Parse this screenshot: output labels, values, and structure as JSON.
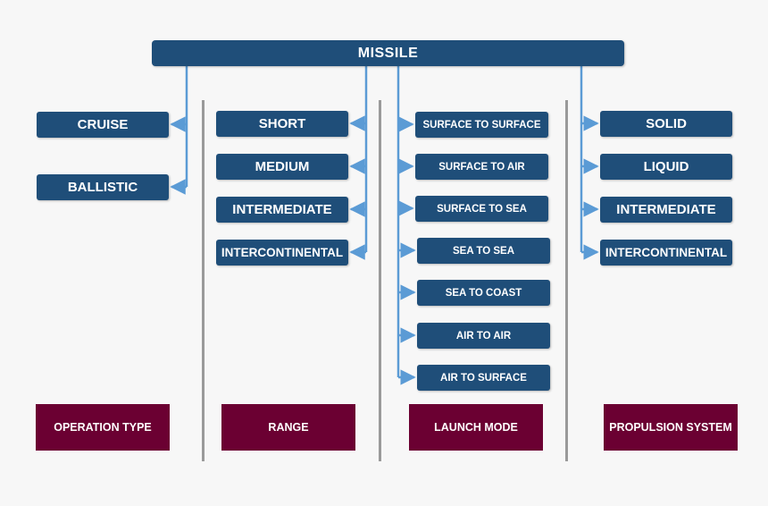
{
  "title": "MISSILE",
  "operation_type": {
    "label": "OPERATION TYPE",
    "items": [
      "CRUISE",
      "BALLISTIC"
    ]
  },
  "range": {
    "label": "RANGE",
    "items": [
      "SHORT",
      "MEDIUM",
      "INTERMEDIATE",
      "INTERCONTINENTAL"
    ]
  },
  "launch_mode": {
    "label": "LAUNCH MODE",
    "items": [
      "SURFACE TO SURFACE",
      "SURFACE TO AIR",
      "SURFACE TO SEA",
      "SEA TO SEA",
      "SEA TO COAST",
      "AIR TO AIR",
      "AIR TO SURFACE"
    ]
  },
  "propulsion_system": {
    "label": "PROPULSION SYSTEM",
    "items": [
      "SOLID",
      "LIQUID",
      "INTERMEDIATE",
      "INTERCONTINENTAL"
    ]
  },
  "colors": {
    "node": "#1f4e79",
    "category": "#6b0032",
    "connector": "#5b9bd5",
    "divider": "#9a9a9a",
    "background": "#f7f7f7"
  }
}
